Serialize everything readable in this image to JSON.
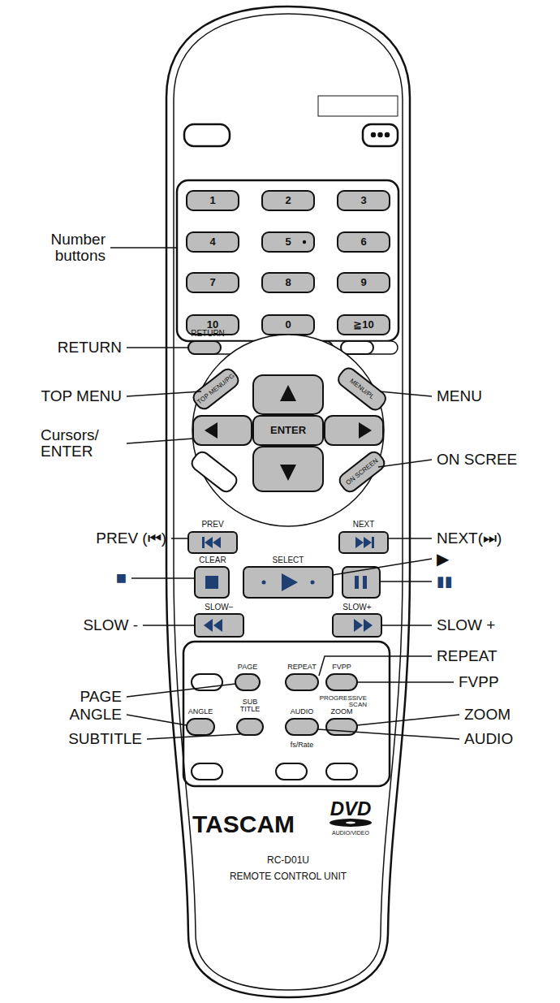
{
  "diagram": {
    "labels": [
      "Number buttons",
      "RETURN",
      "TOP MENU",
      "Cursors/ ENTER",
      "MENU",
      "ON SCREE",
      "PREV (⏮)",
      "NEXT(⏭)",
      "■",
      "▶",
      "▮▮",
      "SLOW -",
      "SLOW +",
      "REPEAT",
      "FVPP",
      "PAGE",
      "ANGLE",
      "ZOOM",
      "SUBTITLE",
      "AUDIO",
      "1",
      "2",
      "3",
      "4",
      "5",
      "6",
      "7",
      "8",
      "9",
      "10",
      "0",
      "≧10",
      "RETURN",
      "TOP MENU/PG",
      "MENU/PL",
      "ENTER",
      "ON SCREEN",
      "PREV",
      "NEXT",
      "CLEAR",
      "SELECT",
      "SLOW−",
      "SLOW+",
      "PAGE",
      "REPEAT",
      "FVPP",
      "PROGRESSIVE SCAN",
      "ANGLE",
      "SUB TITLE",
      "AUDIO",
      "fs/Rate",
      "ZOOM",
      "TASCAM",
      "DVD",
      "AUDIO/VIDEO",
      "RC-D01U",
      "REMOTE CONTROL UNIT"
    ]
  }
}
